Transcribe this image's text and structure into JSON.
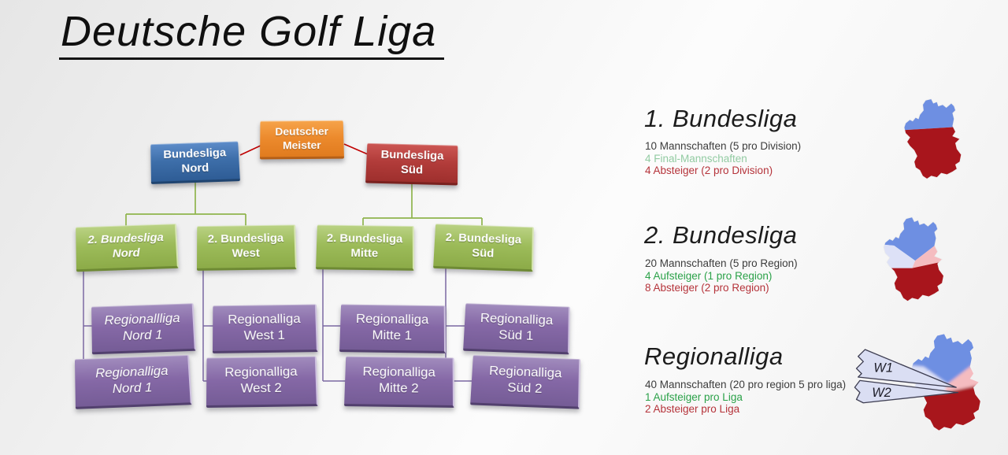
{
  "title": "Deutsche Golf Liga",
  "colors": {
    "box_orange": "#ec8a2d",
    "box_blue": "#3d6ea9",
    "box_red": "#b23c3a",
    "box_green": "#9cbb59",
    "box_purple": "#8568a6",
    "line_red": "#c00000",
    "line_green": "#8fb44c",
    "line_purple": "#7b68a2",
    "text_pale_green": "#92cba2",
    "text_green": "#2aa148",
    "text_red": "#b5333a",
    "map_north_blue": "#6e8fe2",
    "map_east_pink": "#f5bcc0",
    "map_west_lavender": "#dde1f7",
    "map_south_red": "#a8151c"
  },
  "org_chart": {
    "root": {
      "label": "Deutscher\nMeister"
    },
    "level1": [
      {
        "label": "Bundesliga\nNord"
      },
      {
        "label": "Bundesliga\nSüd"
      }
    ],
    "level2": [
      {
        "label": "2. Bundesliga\nNord"
      },
      {
        "label": "2. Bundesliga\nWest"
      },
      {
        "label": "2. Bundesliga\nMitte"
      },
      {
        "label": "2. Bundesliga\nSüd"
      }
    ],
    "level3": [
      {
        "label": "Regionallliga\nNord 1"
      },
      {
        "label": "Regionalliga\nNord 1"
      },
      {
        "label": "Regionalliga\nWest 1"
      },
      {
        "label": "Regionalliga\nWest 2"
      },
      {
        "label": "Regionalliga\nMitte 1"
      },
      {
        "label": "Regionalliga\nMitte 2"
      },
      {
        "label": "Regionalliga\nSüd 1"
      },
      {
        "label": "Regionalliga\nSüd 2"
      }
    ]
  },
  "sections": [
    {
      "heading": "1. Bundesliga",
      "line1": "10 Mannschaften (5 pro Division)",
      "line2": "4 Final-Mannschaften",
      "line3": "4 Absteiger (2 pro Division)"
    },
    {
      "heading": "2. Bundesliga",
      "line1": "20 Mannschaften (5 pro Region)",
      "line2": "4 Aufsteiger (1 pro Region)",
      "line3": "8 Absteiger (2 pro Region)"
    },
    {
      "heading": "Regionalliga",
      "line1": "40 Mannschaften (20 pro region 5 pro liga)",
      "line2": "1 Aufsteiger pro Liga",
      "line3": "2 Absteiger pro Liga"
    }
  ],
  "maps": {
    "wedge_labels": [
      "W1",
      "W2"
    ]
  }
}
